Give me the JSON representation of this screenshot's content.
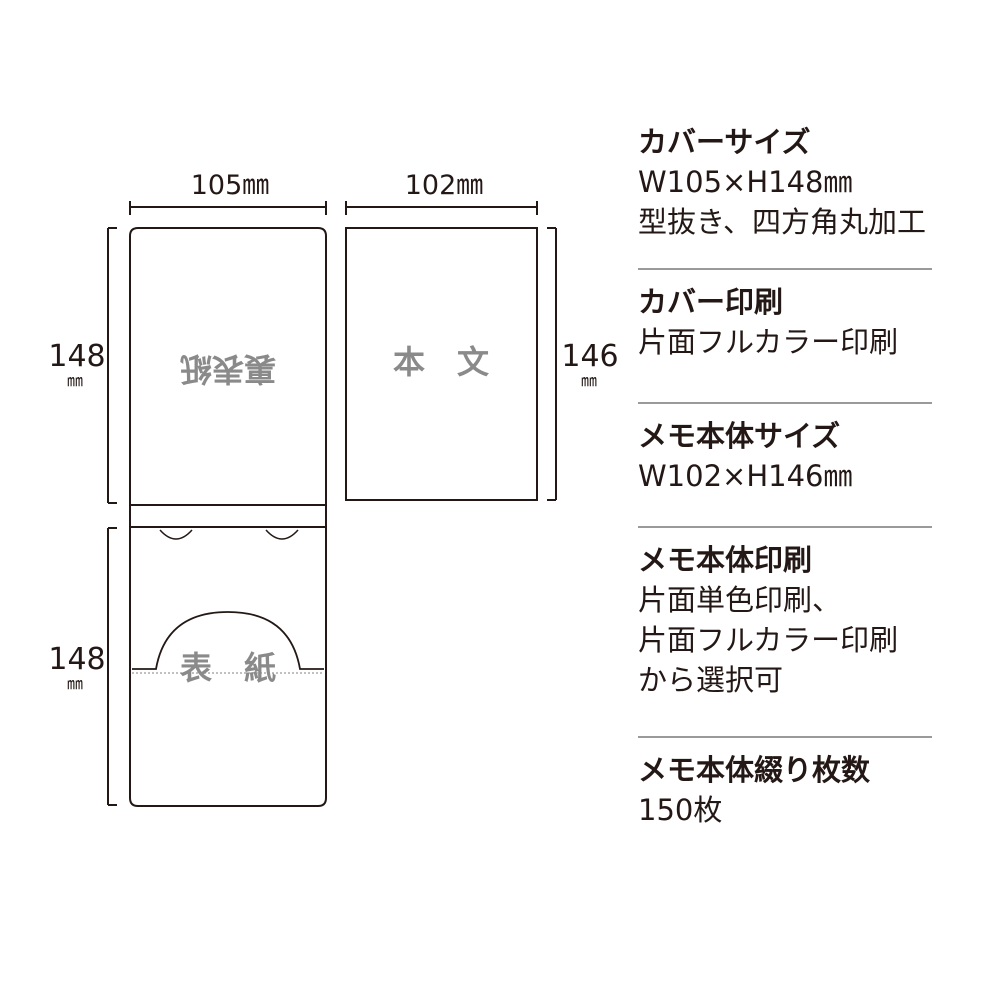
{
  "dims": {
    "cover_width": "105㎜",
    "body_width": "102㎜",
    "cover_height_top": "148",
    "cover_height_bottom": "148",
    "body_height": "146",
    "unit": "㎜"
  },
  "labels": {
    "back_cover": "裏表紙",
    "body": "本　文",
    "front_cover": "表　紙"
  },
  "specs": {
    "cover_size": {
      "title": "カバーサイズ",
      "lines": [
        "W105×H148㎜",
        "型抜き、四方角丸加工"
      ]
    },
    "cover_print": {
      "title": "カバー印刷",
      "lines": [
        "片面フルカラー印刷"
      ]
    },
    "memo_size": {
      "title": "メモ本体サイズ",
      "lines": [
        "W102×H146㎜"
      ]
    },
    "memo_print": {
      "title": "メモ本体印刷",
      "lines": [
        "片面単色印刷、",
        "片面フルカラー印刷",
        "から選択可"
      ]
    },
    "memo_sheets": {
      "title": "メモ本体綴り枚数",
      "lines": [
        "150枚"
      ]
    }
  },
  "colors": {
    "outline": "#231815",
    "label_gray": "#8a8a8a",
    "divider": "#9a9a9a",
    "dotted": "#9a9a9a"
  }
}
